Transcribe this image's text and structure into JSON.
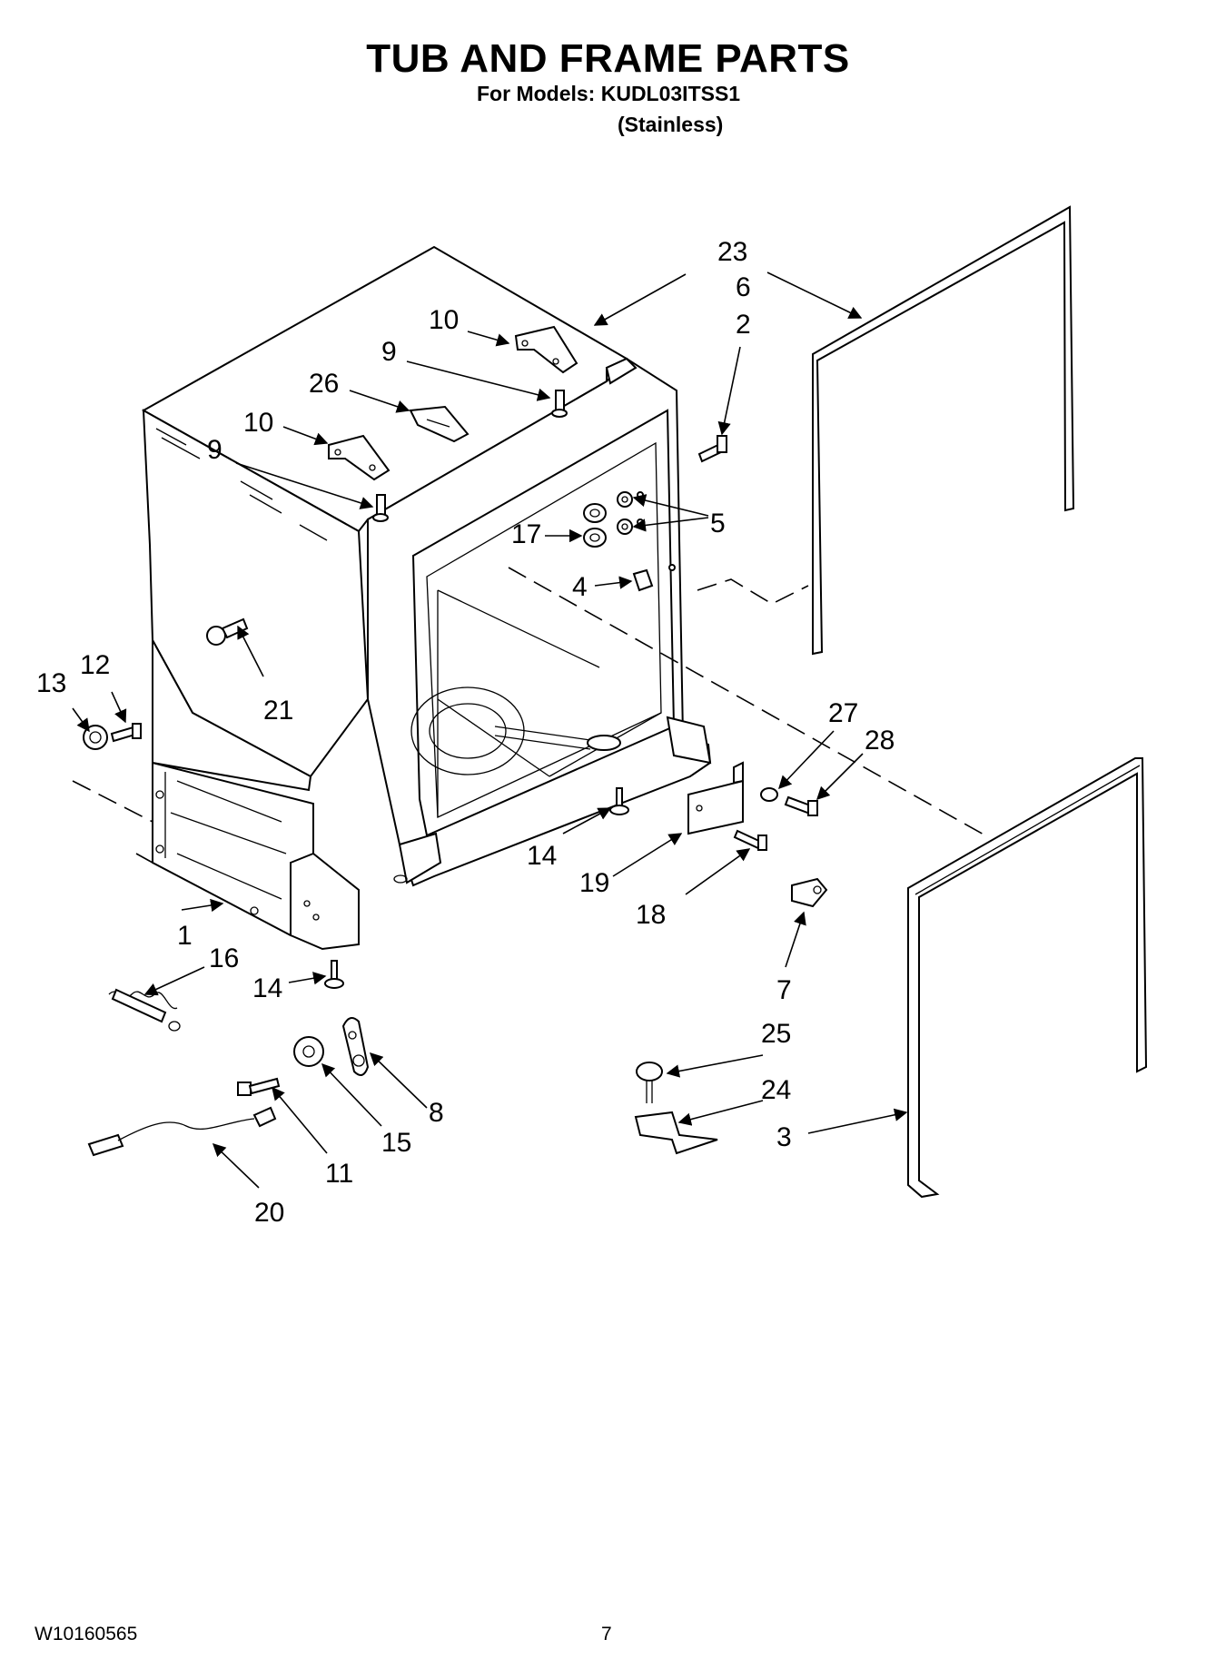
{
  "header": {
    "title": "TUB AND FRAME PARTS",
    "models": "For Models: KUDL03ITSS1",
    "finish": "(Stainless)"
  },
  "footer": {
    "doc_number": "W10160565",
    "page_number": "7"
  },
  "callouts": {
    "c1": "1",
    "c2": "2",
    "c3": "3",
    "c4": "4",
    "c5": "5",
    "c6": "6",
    "c7": "7",
    "c8": "8",
    "c9a": "9",
    "c9b": "9",
    "c10a": "10",
    "c10b": "10",
    "c11": "11",
    "c12": "12",
    "c13": "13",
    "c14a": "14",
    "c14b": "14",
    "c15": "15",
    "c16": "16",
    "c17": "17",
    "c18": "18",
    "c19": "19",
    "c20": "20",
    "c21": "21",
    "c23": "23",
    "c24": "24",
    "c25": "25",
    "c26": "26",
    "c27": "27",
    "c28": "28"
  }
}
